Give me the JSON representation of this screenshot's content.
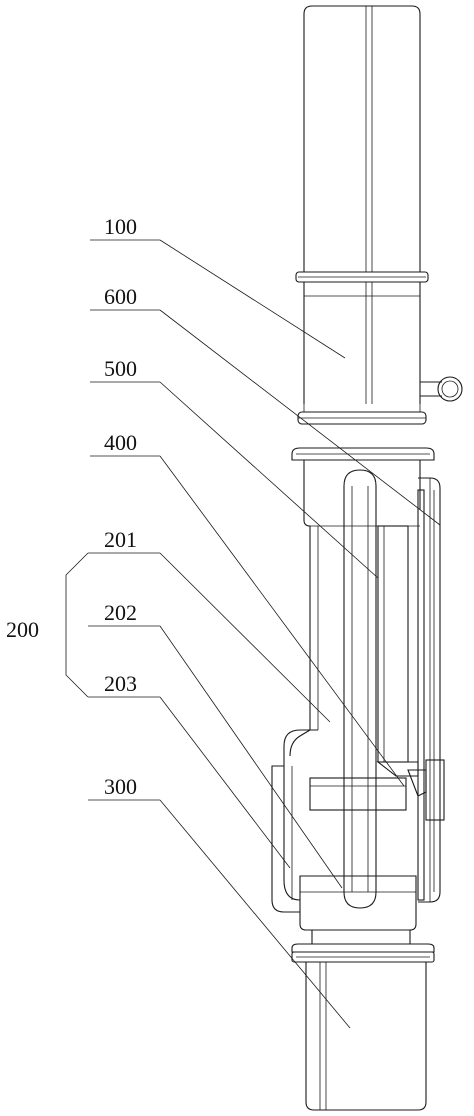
{
  "labels": {
    "l100": "100",
    "l600": "600",
    "l500": "500",
    "l400": "400",
    "l201": "201",
    "l200": "200",
    "l202": "202",
    "l203": "203",
    "l300": "300"
  },
  "colors": {
    "line": "#1a1a1a",
    "background": "#ffffff"
  }
}
